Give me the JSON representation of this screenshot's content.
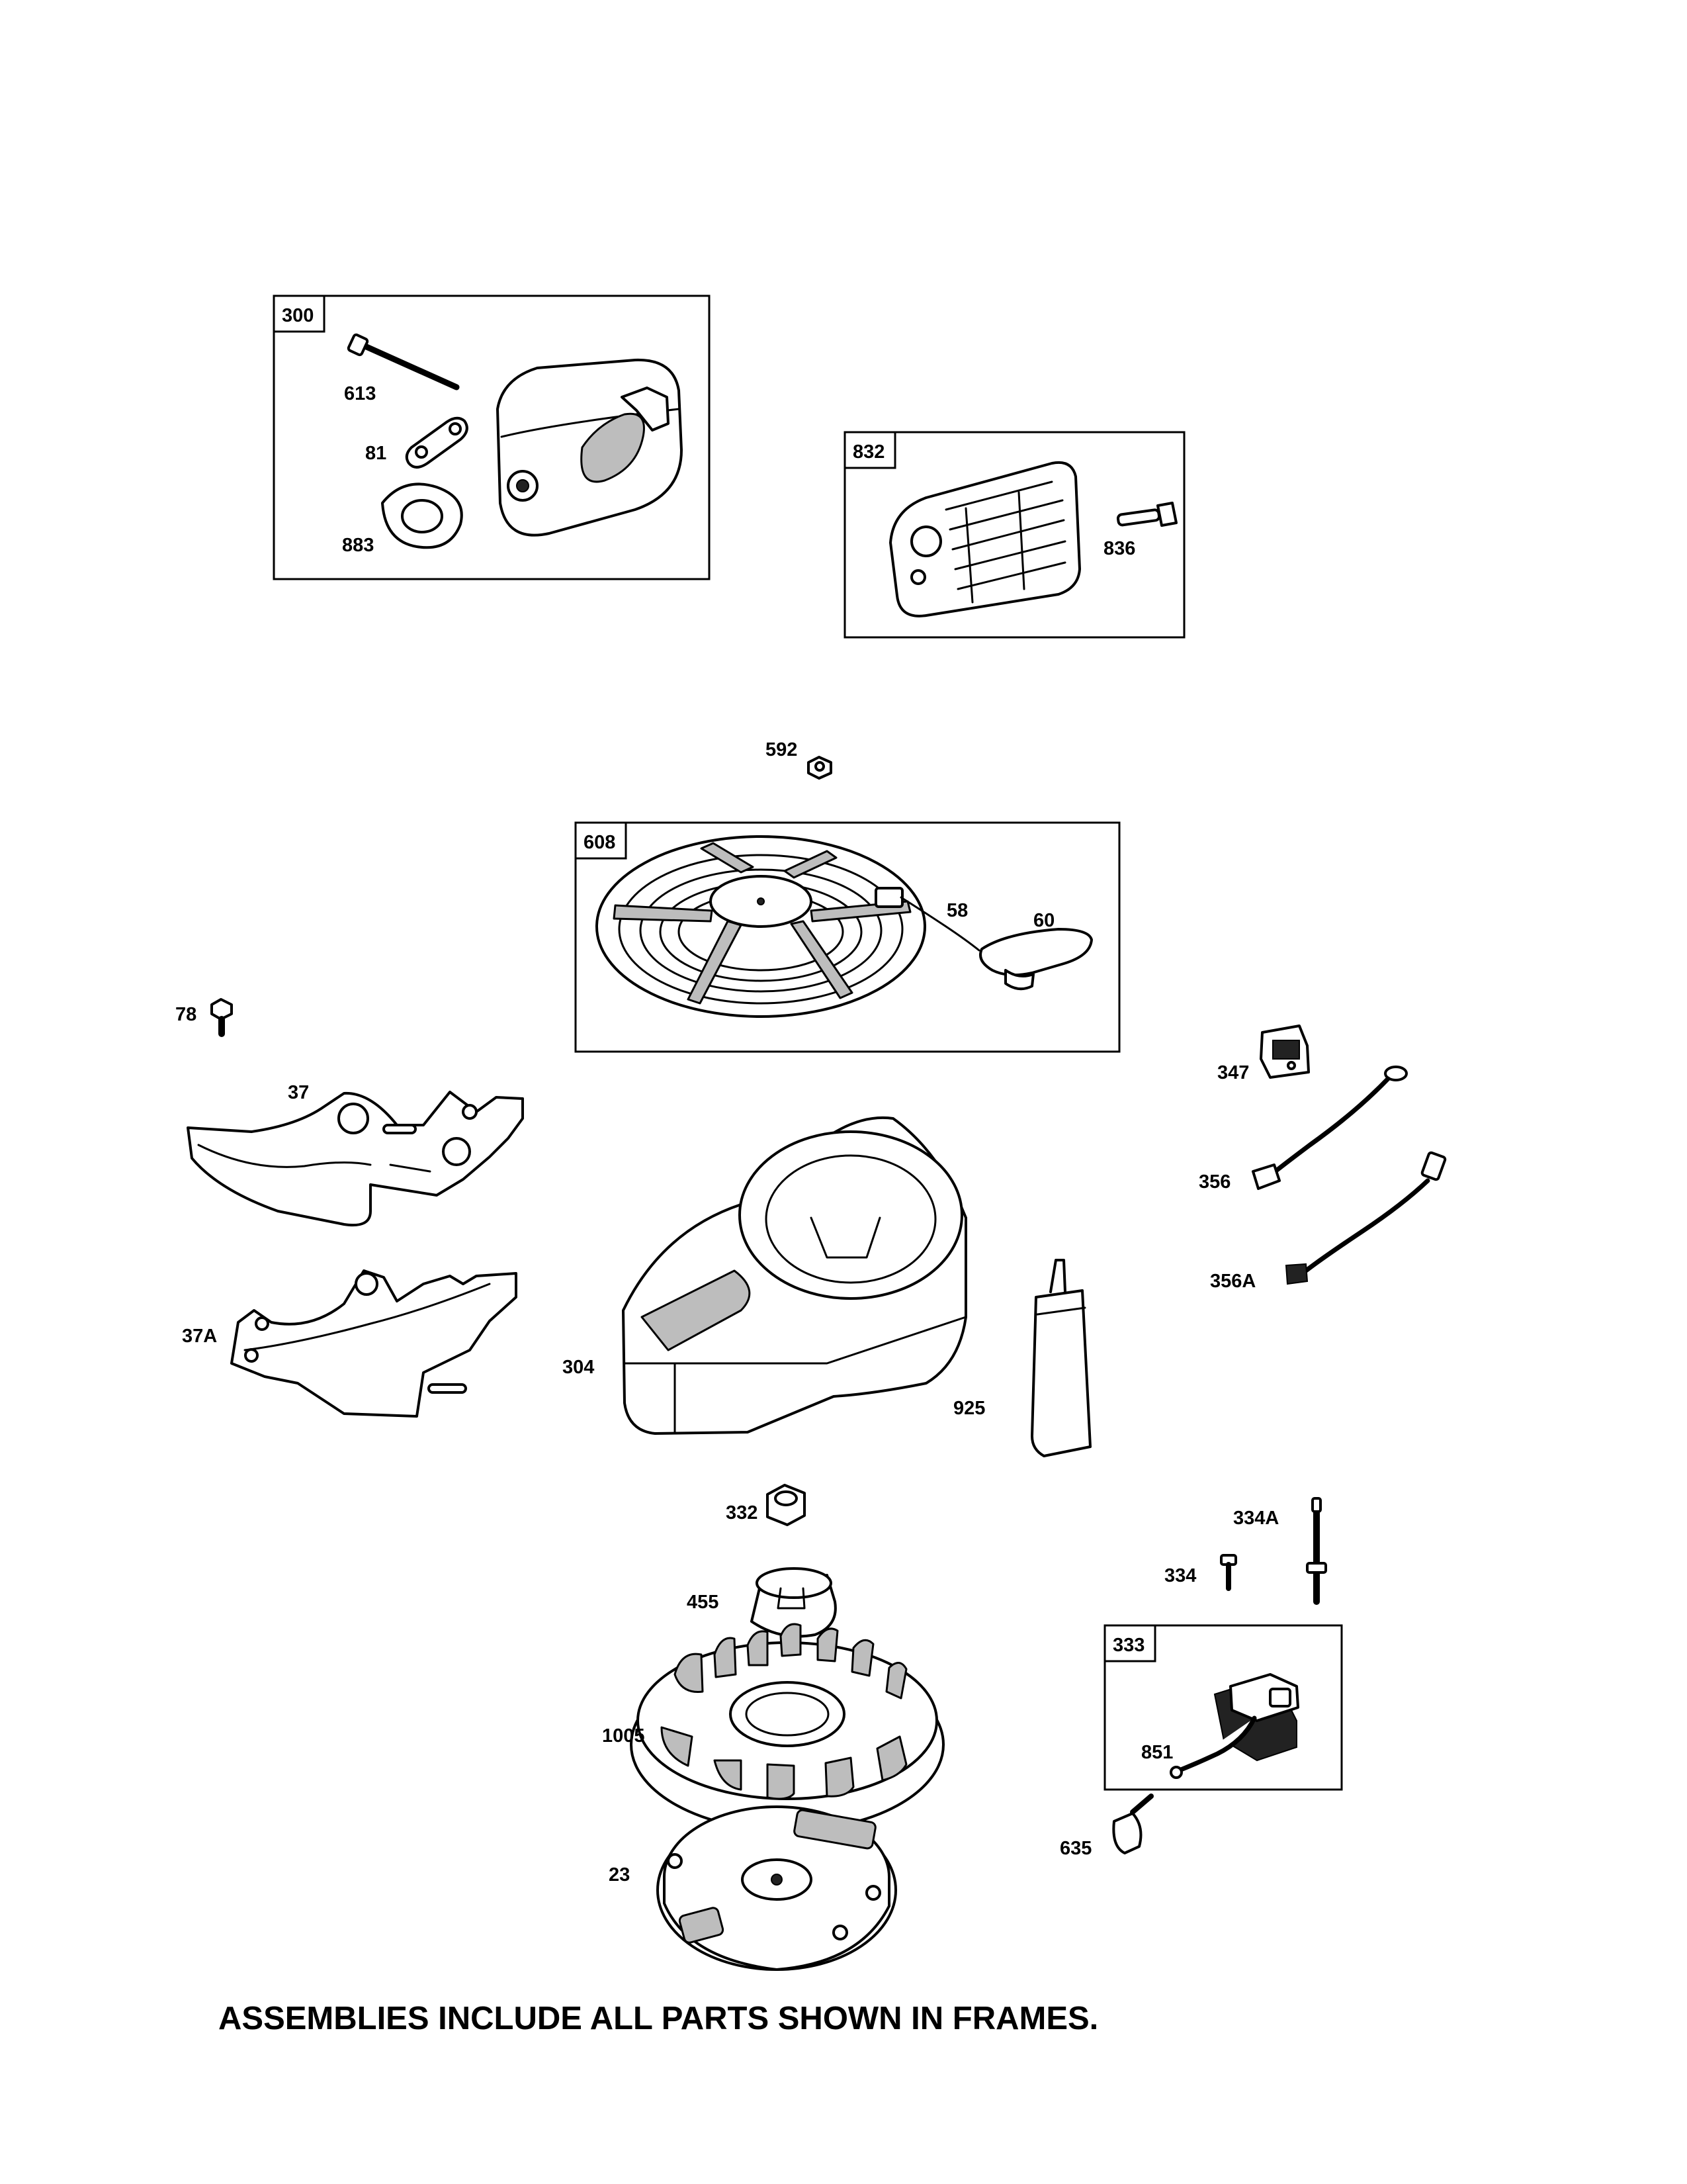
{
  "footer_note": "ASSEMBLIES INCLUDE ALL PARTS SHOWN IN FRAMES.",
  "frames": {
    "f300": "300",
    "f832": "832",
    "f608": "608",
    "f333": "333"
  },
  "callouts": {
    "p613": "613",
    "p81": "81",
    "p883": "883",
    "p836": "836",
    "p592": "592",
    "p58": "58",
    "p60": "60",
    "p78": "78",
    "p37": "37",
    "p37A": "37A",
    "p347": "347",
    "p356": "356",
    "p356A": "356A",
    "p304": "304",
    "p925": "925",
    "p332": "332",
    "p455": "455",
    "p1005": "1005",
    "p23": "23",
    "p334A": "334A",
    "p334": "334",
    "p851": "851",
    "p635": "635"
  }
}
